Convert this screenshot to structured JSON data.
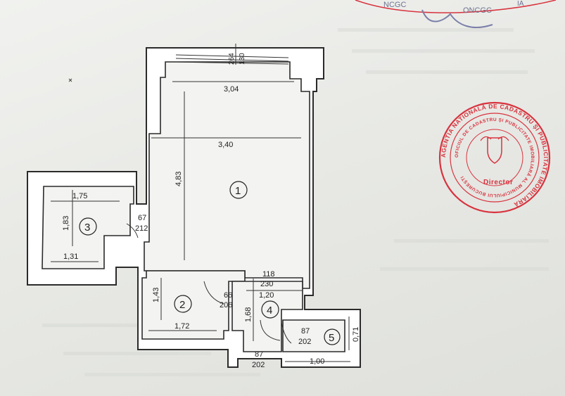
{
  "header_stamp": {
    "left": "NCGC",
    "right": "ONCGC",
    "partial": "IA"
  },
  "seal": {
    "ring_text": "AGENTIA NATIONALĂ DE CADASTRU ȘI PUBLICITATE IMOBILIARĂ",
    "inner_text": "OFICIUL DE CADASTRU ȘI PUBLICITATE IMOBILIARĂ AL MUNICIPIULUI BUCUREȘTI",
    "title": "Director",
    "color": "#d8333e"
  },
  "rooms": [
    {
      "number": "1"
    },
    {
      "number": "2"
    },
    {
      "number": "3"
    },
    {
      "number": "4"
    },
    {
      "number": "5"
    }
  ],
  "dimensions": {
    "window_top_a": "264",
    "window_top_b": "130",
    "r1_width_top": "3,04",
    "r1_width_mid": "3,40",
    "r1_height": "4,83",
    "r3_width_top": "1,75",
    "r3_height": "1,83",
    "r3_width_bottom": "1,31",
    "door_r3_a": "67",
    "door_r3_b": "212",
    "r2_height": "1,43",
    "r2_width": "1,72",
    "door_r2_a": "66",
    "door_r2_b": "206",
    "r4_height": "1,68",
    "r4_width": "1,20",
    "door_r1_a": "118",
    "door_r1_b": "230",
    "door_entry_a": "87",
    "door_entry_b": "202",
    "door_r5_a": "87",
    "door_r5_b": "202",
    "r5_height": "0,71",
    "r5_width": "1,00"
  }
}
